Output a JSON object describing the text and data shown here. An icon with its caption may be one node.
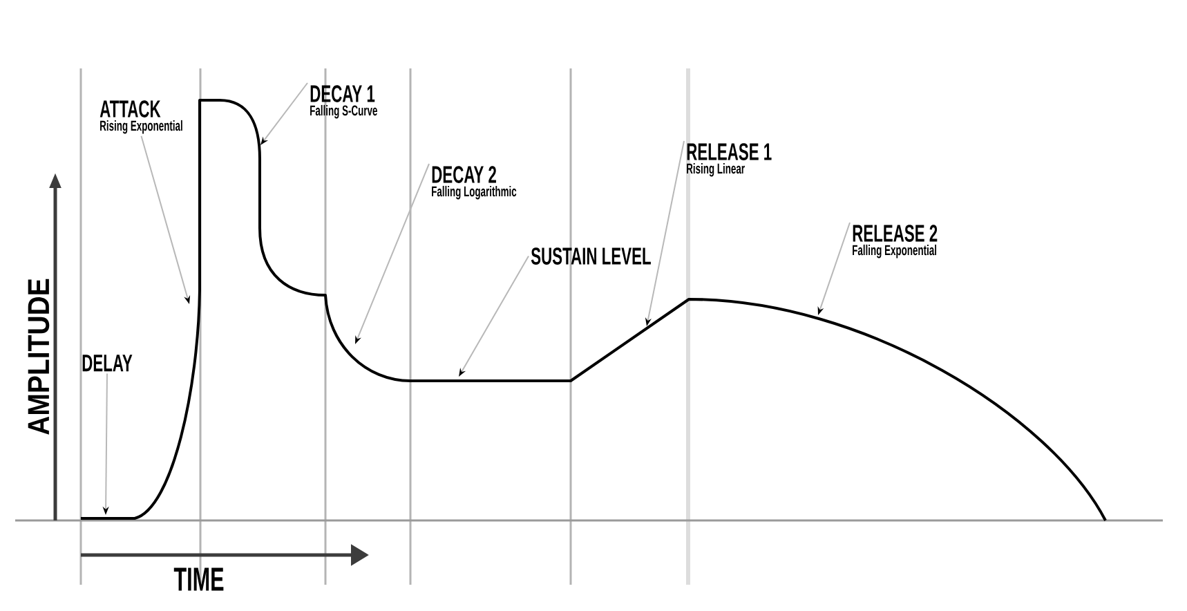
{
  "diagram": {
    "nodes": [
      {
        "text": [
          "DELAY"
        ]
      },
      {
        "text": [
          "ATTACK",
          "Rising Exponential"
        ]
      },
      {
        "text": [
          "DECAY 1",
          "Falling S-Curve"
        ]
      },
      {
        "text": [
          "DECAY 2",
          "Falling Logarithmic"
        ]
      },
      {
        "text": [
          "SUSTAIN LEVEL"
        ]
      },
      {
        "text": [
          "RELEASE 1",
          "Rising Linear"
        ]
      },
      {
        "text": [
          "RELEASE 2",
          "Falling Exponential"
        ]
      }
    ],
    "edges": [
      {
        "from": 0,
        "to": null,
        "arrow": "to"
      },
      {
        "from": 1,
        "to": null,
        "arrow": "to"
      },
      {
        "from": 2,
        "to": null,
        "arrow": "to"
      },
      {
        "from": 3,
        "to": null,
        "arrow": "to"
      },
      {
        "from": 4,
        "to": null,
        "arrow": "to"
      },
      {
        "from": 5,
        "to": null,
        "arrow": "to"
      },
      {
        "from": 6,
        "to": null,
        "arrow": "to"
      }
    ],
    "labels": [
      "AMPLITUDE",
      "TIME"
    ]
  }
}
